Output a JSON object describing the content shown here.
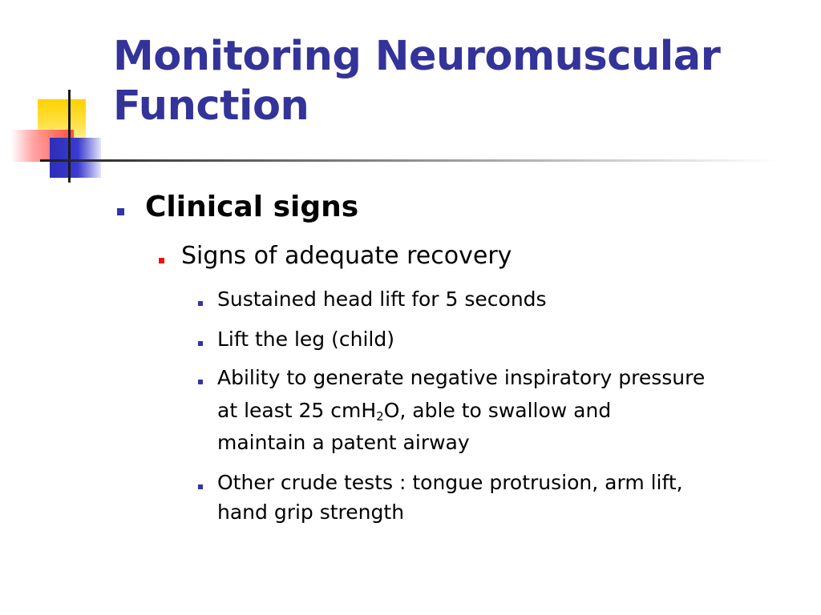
{
  "slide": {
    "title_line1": "Monitoring Neuromuscular",
    "title_line2": "Function",
    "bullets": {
      "level1": "Clinical signs",
      "level2": "Signs of adequate recovery",
      "items": [
        "Sustained head lift for 5 seconds",
        "Lift the leg (child)"
      ],
      "pressure_item": {
        "line1": "Ability to generate negative inspiratory pressure",
        "line2_before": "at least 25 cmH",
        "line2_sub": "2",
        "line2_after": "O, able to swallow and",
        "line3": "maintain a patent airway"
      },
      "crude_item": {
        "line1": "Other crude tests : tongue protrusion, arm lift,",
        "line2": "hand grip strength"
      }
    }
  },
  "colors": {
    "title": "#333399",
    "bullet_primary": "#3333aa",
    "bullet_secondary": "#ee1111",
    "deco_yellow": "#ffd200",
    "deco_red": "#ff3c3c",
    "deco_blue": "#2e2eb8"
  }
}
